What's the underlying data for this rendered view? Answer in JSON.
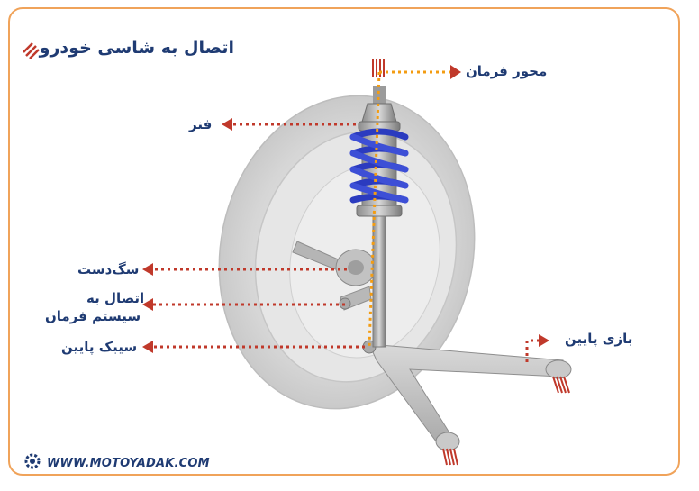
{
  "title": "اتصال به شاسی خودرو",
  "labels": {
    "steering_axis": "محور فرمان",
    "spring": "فنر",
    "knuckle": "سگ‌دست",
    "steering_link_line1": "اتصال به",
    "steering_link_line2": "سیستم فرمان",
    "ball_joint": "سیبک پایین",
    "lower_arm": "بازی پایین"
  },
  "footer": {
    "website": "WWW.MOTOYADAK.COM",
    "icon": "gear-logo-icon"
  },
  "colors": {
    "frame": "#f0a35a",
    "text": "#1f3b73",
    "callout_line": "#c0392b",
    "steering_axis_line": "#f39c12",
    "spring": "#2b3bbf",
    "tire": "#d9d9d9"
  }
}
